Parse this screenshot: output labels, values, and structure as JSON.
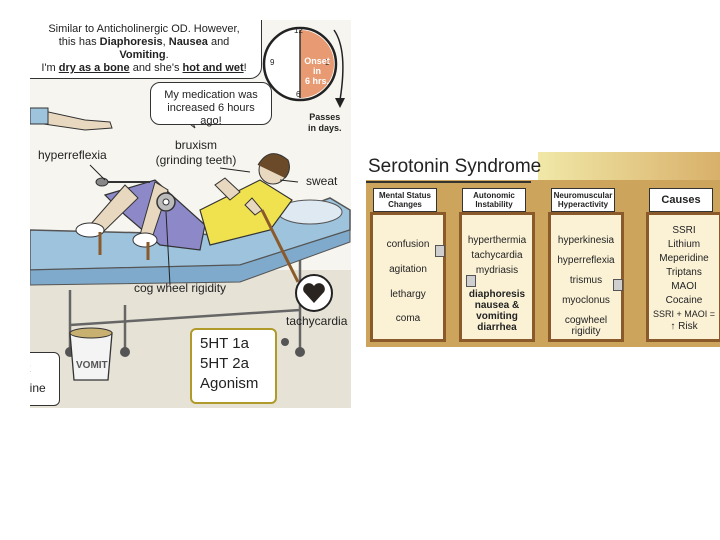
{
  "illustration": {
    "bubble_top": {
      "line1": "Similar to Anticholinergic OD.  However,",
      "line2_pre": "this has ",
      "line2_b1": "Diaphoresis",
      "line2_mid": ", ",
      "line2_b2": "Nausea",
      "line2_and": " and ",
      "line2_b3": "Vomiting",
      "line2_end": ".",
      "line3_pre": "I'm ",
      "line3_u1": "dry as a bone",
      "line3_mid": " and she's ",
      "line3_u2": "hot and wet",
      "line3_end": "!"
    },
    "bubble_med": {
      "line1": "My medication was",
      "line2": "increased 6 hours ago!"
    },
    "clock": {
      "n12": "12",
      "n9": "9",
      "n3": "3",
      "n6": "6",
      "onset1": "Onset",
      "onset2": "in",
      "onset3": "6 hrs.",
      "passes1": "Passes",
      "passes2": "in days."
    },
    "labels": {
      "hyperreflexia": "hyperreflexia",
      "bruxism": "bruxism",
      "grinding": "(grinding teeth)",
      "sweat": "sweat",
      "cogwheel": "cog wheel rigidity",
      "tachycardia": "tachycardia",
      "vomit": "VOMIT"
    },
    "receptor": {
      "l1": "5HT 1a",
      "l2": "5HT 2a",
      "l3": "Agonism"
    },
    "leftbox": {
      "l1": "t",
      "l2": "line"
    },
    "colors": {
      "bed_blue": "#9ec3dd",
      "patient_shirt": "#f0e24e",
      "pants": "#8d89c9",
      "clock_orange": "#e89a72",
      "heart": "#2a2420"
    }
  },
  "serotonin": {
    "title": "Serotonin Syndrome",
    "doors": [
      {
        "heading": [
          "Mental Status",
          "Changes"
        ],
        "items": [
          "confusion",
          "agitation",
          "lethargy",
          "coma"
        ]
      },
      {
        "heading": [
          "Autonomic",
          "Instability"
        ],
        "items": [
          "hyperthermia",
          "tachycardia",
          "mydriasis",
          "diaphoresis",
          "nausea &",
          "vomiting",
          "diarrhea"
        ]
      },
      {
        "heading": [
          "Neuromuscular",
          "Hyperactivity"
        ],
        "items": [
          "hyperkinesia",
          "hyperreflexia",
          "trismus",
          "myoclonus",
          "cogwheel",
          "rigidity"
        ]
      },
      {
        "heading": [
          "Causes"
        ],
        "items": [
          "SSRI",
          "Lithium",
          "Meperidine",
          "Triptans",
          "MAOI",
          "Cocaine",
          "SSRI + MAOI =",
          "↑ Risk"
        ]
      }
    ],
    "colors": {
      "wall": "#cda45c",
      "door": "#fbf2d6",
      "frame": "#8a5a2a"
    }
  }
}
